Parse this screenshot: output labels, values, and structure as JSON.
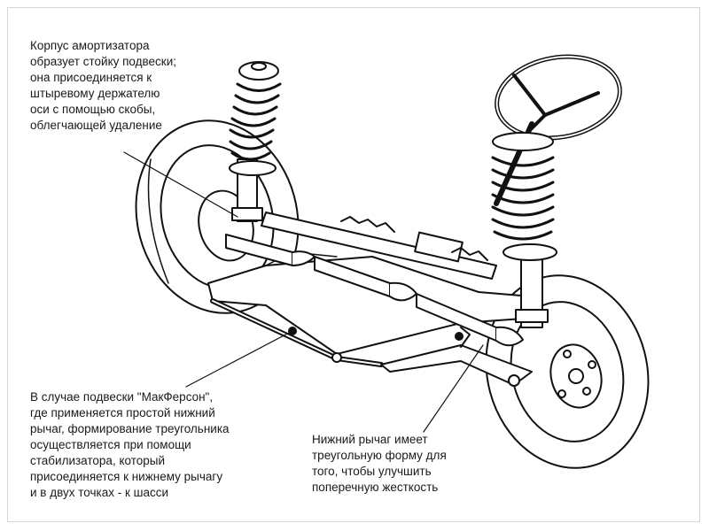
{
  "captions": {
    "strut": "Корпус амортизатора\nобразует стойку подвески;\nона присоединяется к\nштыревому держателю\nоси с помощью скобы,\nоблегчающей удаление",
    "stabilizer": "В случае подвески \"МакФерсон\",\nгде применяется простой нижний\nрычаг, формирование треугольника\nосуществляется при помощи\nстабилизатора,  который\nприсоединяется к нижнему рычагу\nи в двух точках - к шасси",
    "lower_arm": "Нижний рычаг имеет\nтреугольную форму для\nтого, чтобы улучшить\nпоперечную жесткость"
  },
  "colors": {
    "line": "#111111",
    "fill": "#ffffff",
    "frame": "#d0d8e0"
  }
}
